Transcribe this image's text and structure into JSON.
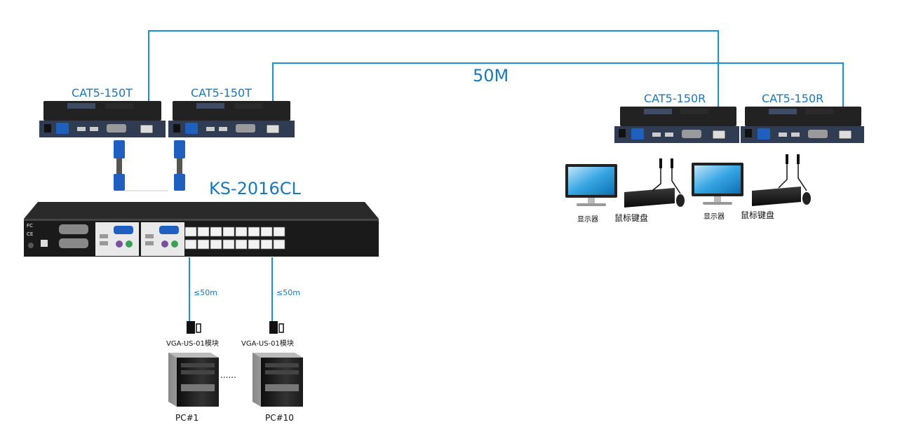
{
  "labels": {
    "cable_length": "50M",
    "tx1": "CAT5-150T",
    "tx2": "CAT5-150T",
    "rx1": "CAT5-150R",
    "rx2": "CAT5-150R",
    "switch_model": "KS-2016CL",
    "dist1": "≤50m",
    "dist2": "≤50m",
    "module1": "VGA-US-01模块",
    "module2": "VGA-US-01模块",
    "pc1": "PC#1",
    "pc10": "PC#10",
    "ellipsis": "......",
    "monitor1": "显示器",
    "kbmouse1": "鼠标键盘",
    "monitor2": "显示器",
    "kbmouse2": "鼠标键盘"
  },
  "colors": {
    "cable": "#1a8fd6",
    "label": "#1a78b8",
    "device_body": "#1e1e1e",
    "device_panel": "#2f3c52"
  }
}
